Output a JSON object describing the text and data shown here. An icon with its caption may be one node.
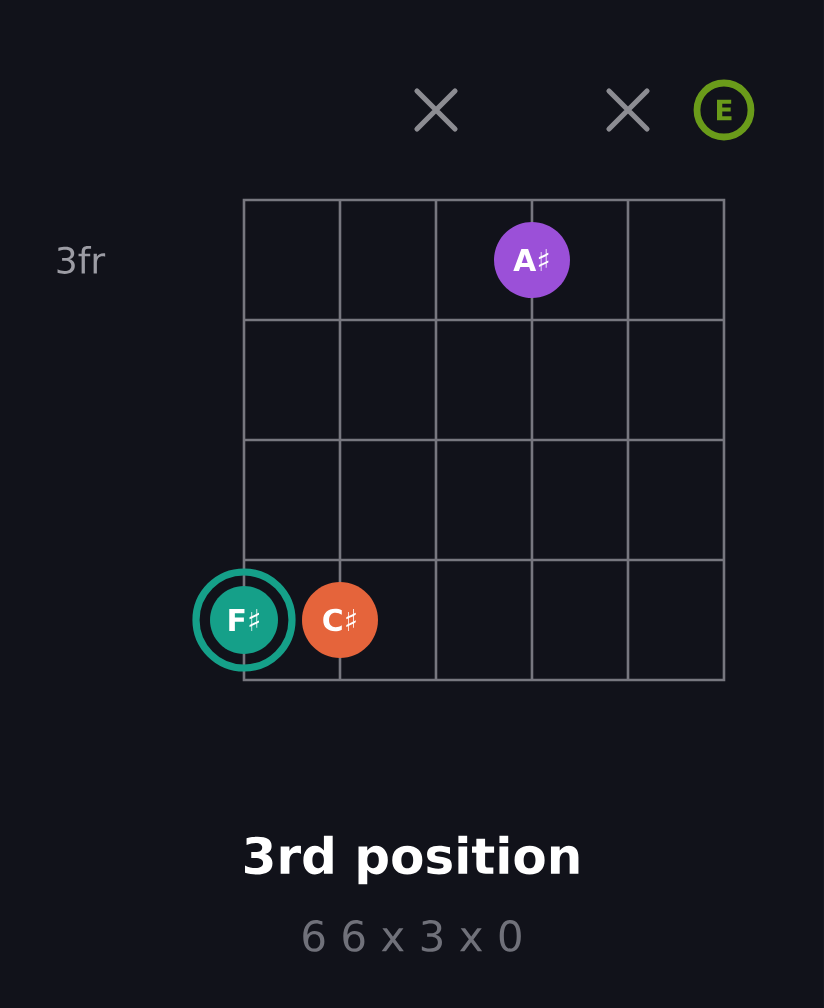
{
  "diagram": {
    "title": "3rd position",
    "caption": "6 6 x 3 x 0",
    "nodes": [
      {
        "text": [
          "A♯"
        ]
      },
      {
        "text": [
          "F♯"
        ]
      },
      {
        "text": [
          "C♯"
        ]
      },
      {
        "text": [
          "E"
        ]
      }
    ],
    "labels": [
      "3fr"
    ]
  }
}
